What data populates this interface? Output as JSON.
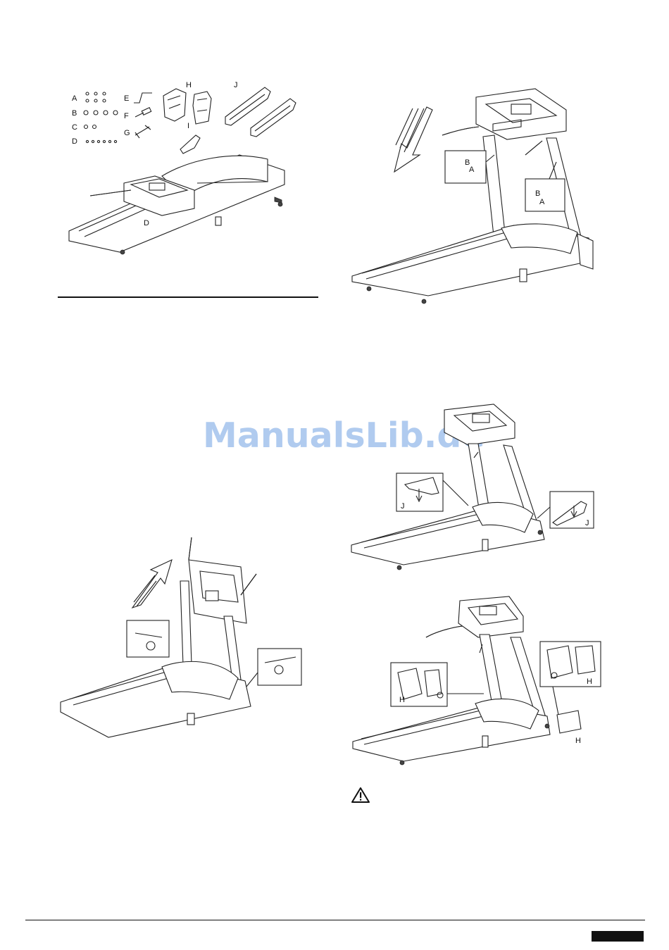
{
  "parts_labels": {
    "a": "A",
    "b": "B",
    "c": "C",
    "d": "D",
    "e": "E",
    "f": "F",
    "g": "G",
    "h": "H",
    "i": "I",
    "j": "J"
  },
  "detail_labels": {
    "fig2_a": "A",
    "fig2_b": "B",
    "fig2_a2": "A",
    "fig2_b2": "B",
    "fig3_j_left": "J",
    "fig3_j_right": "J",
    "fig4_h_left": "H",
    "fig4_h_right": "H",
    "fig4_h_bottom": "H",
    "fig1_d": "D"
  },
  "watermark": "ManualsLib.de",
  "warning_icon": "warning-triangle-icon"
}
